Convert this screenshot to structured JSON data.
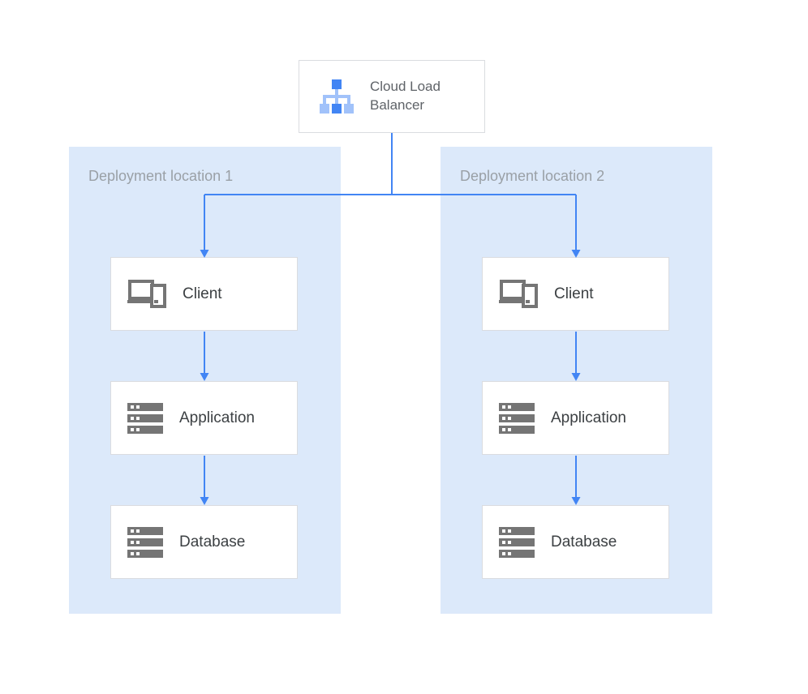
{
  "load_balancer": {
    "label": "Cloud Load Balancer",
    "icon": "load-balancer-icon"
  },
  "locations": [
    {
      "label": "Deployment location 1",
      "nodes": [
        {
          "label": "Client",
          "icon": "devices-icon"
        },
        {
          "label": "Application",
          "icon": "server-stack-icon"
        },
        {
          "label": "Database",
          "icon": "server-stack-icon"
        }
      ]
    },
    {
      "label": "Deployment location 2",
      "nodes": [
        {
          "label": "Client",
          "icon": "devices-icon"
        },
        {
          "label": "Application",
          "icon": "server-stack-icon"
        },
        {
          "label": "Database",
          "icon": "server-stack-icon"
        }
      ]
    }
  ],
  "colors": {
    "panel_background": "#dce9fa",
    "node_border": "#dadce0",
    "arrow_blue": "#4285f4",
    "icon_blue_dark": "#4285f4",
    "icon_blue_light": "#a1c2fa",
    "icon_gray": "#757575",
    "panel_label_gray": "#9aa0a6",
    "node_label_dark": "#3c4043"
  }
}
